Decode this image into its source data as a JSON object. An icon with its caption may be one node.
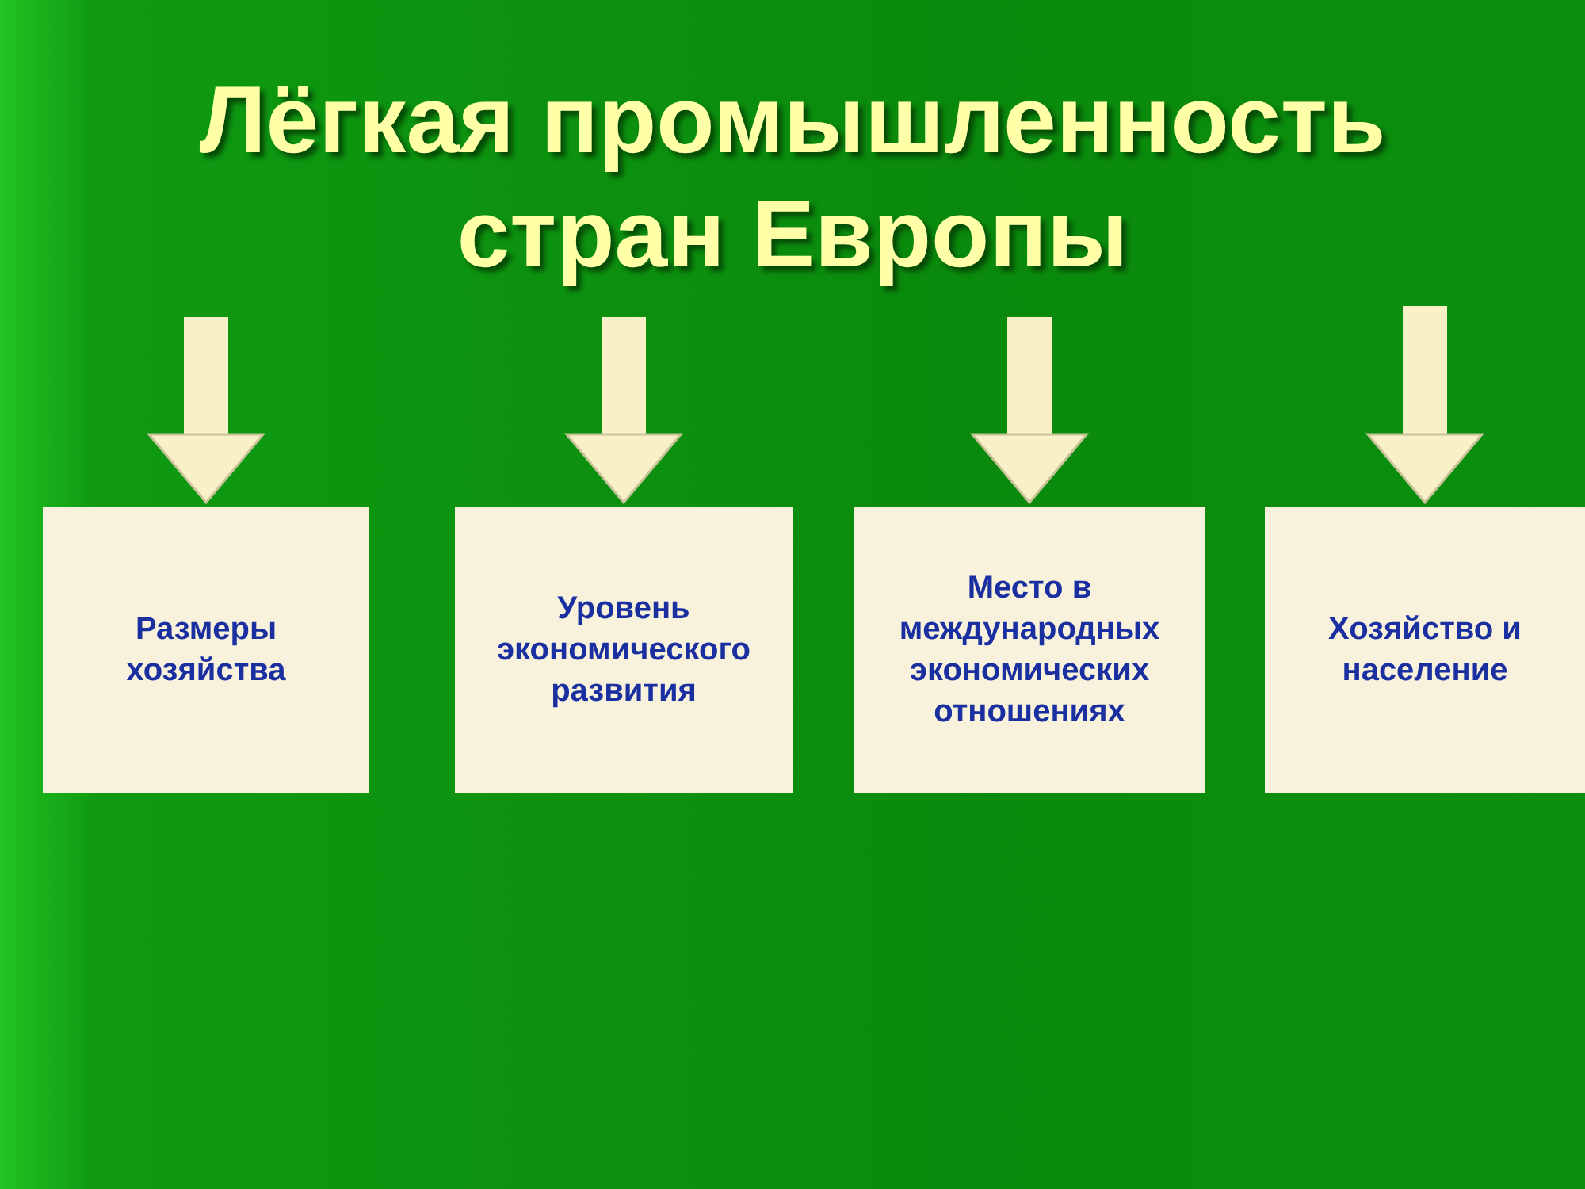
{
  "diagram": {
    "title": "Лёгкая промышленность стран Европы",
    "nodes": [
      {
        "text": [
          "Размеры хозяйства"
        ]
      },
      {
        "text": [
          "Уровень экономического развития"
        ]
      },
      {
        "text": [
          "Место в международных экономических отношениях"
        ]
      },
      {
        "text": [
          "Хозяйство и население"
        ]
      }
    ],
    "edges": [
      {
        "from": null,
        "to": 0,
        "arrow": "to"
      },
      {
        "from": null,
        "to": 1,
        "arrow": "to"
      },
      {
        "from": null,
        "to": 2,
        "arrow": "to"
      },
      {
        "from": null,
        "to": 3,
        "arrow": "to"
      }
    ]
  }
}
